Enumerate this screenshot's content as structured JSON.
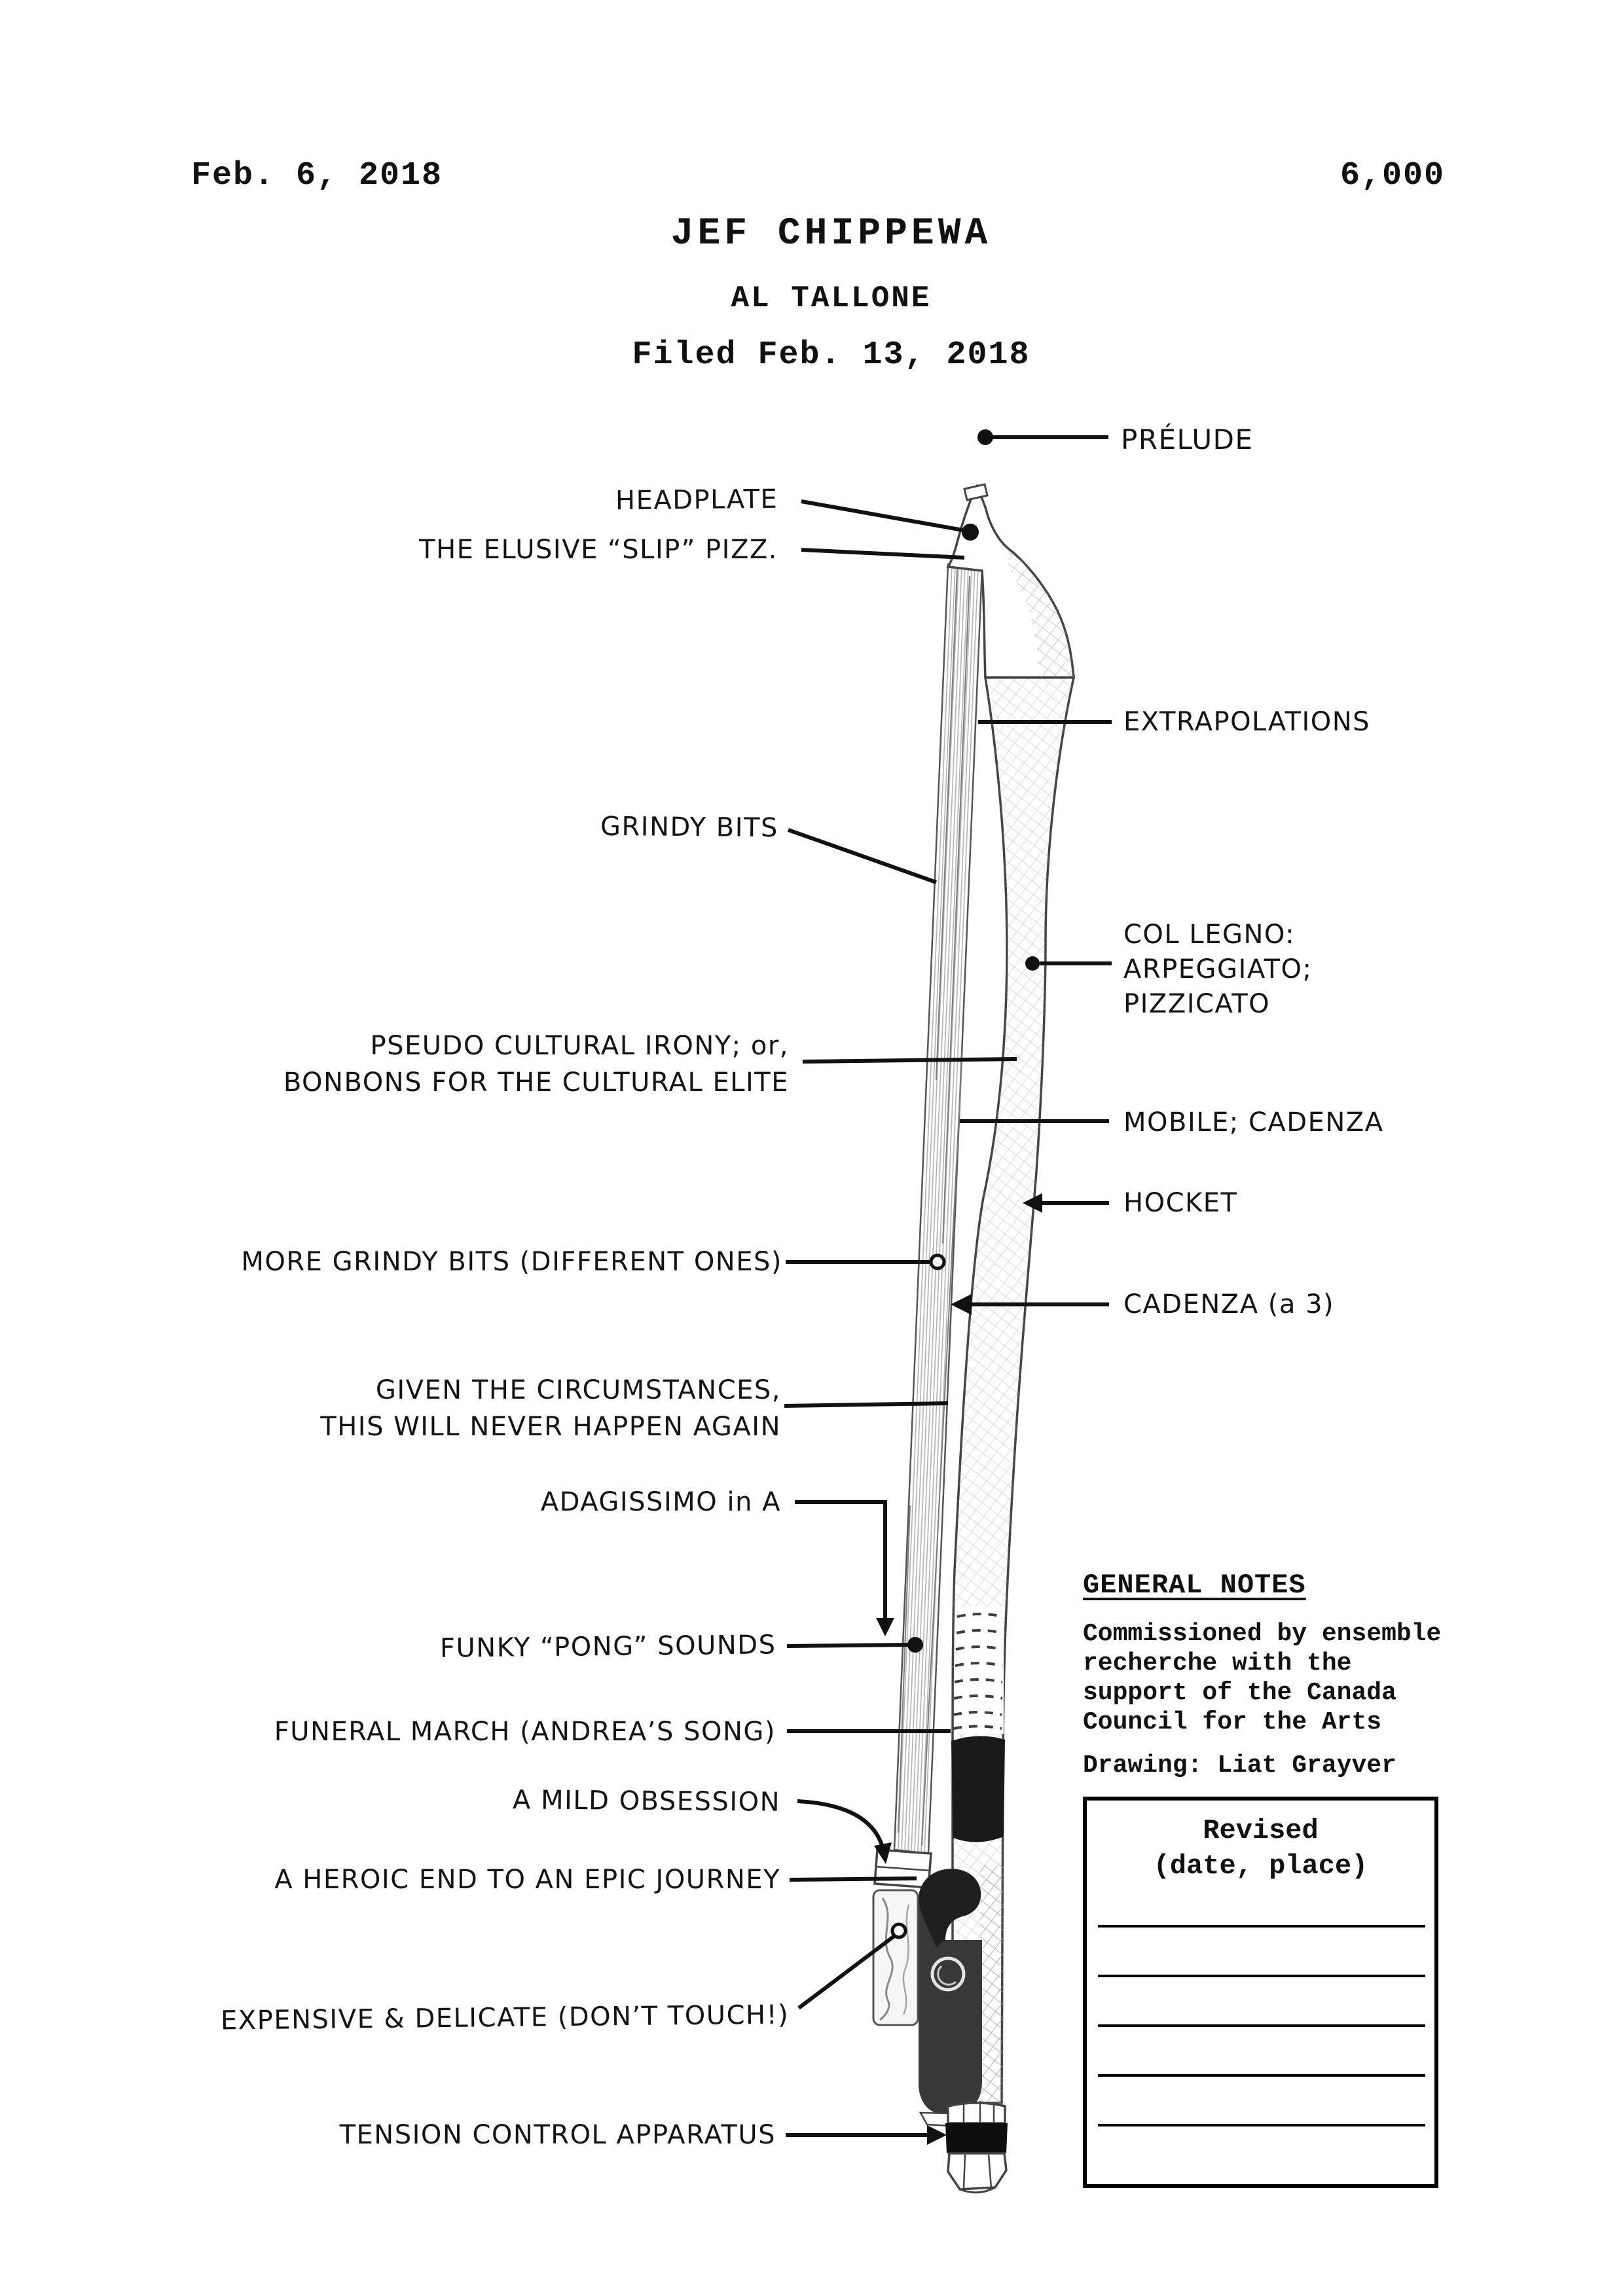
{
  "page": {
    "date_left": "Feb. 6, 2018",
    "sheet_number": "6,000",
    "title": "JEF CHIPPEWA",
    "subtitle": "AL TALLONE",
    "filed_line": "Filed Feb. 13, 2018"
  },
  "callouts": {
    "prelude": {
      "label": "PRÉLUDE"
    },
    "headplate": {
      "label": "HEADPLATE"
    },
    "slip_pizz": {
      "label": "THE ELUSIVE “SLIP” PIZZ."
    },
    "extrapolations": {
      "label": "EXTRAPOLATIONS"
    },
    "grindy_bits": {
      "label": "GRINDY BITS"
    },
    "col_legno": {
      "line1": "COL LEGNO:",
      "line2": "ARPEGGIATO;",
      "line3": "PIZZICATO"
    },
    "pseudo_cultural": {
      "line1": "PSEUDO CULTURAL IRONY; or,",
      "line2": "BONBONS FOR THE CULTURAL ELITE"
    },
    "mobile_cadenza": {
      "label": "MOBILE; CADENZA"
    },
    "hocket": {
      "label": "HOCKET"
    },
    "more_grindy": {
      "label": "MORE GRINDY BITS (DIFFERENT ONES)"
    },
    "given_circumstances": {
      "line1": "GIVEN THE CIRCUMSTANCES,",
      "line2": "THIS WILL NEVER HAPPEN AGAIN"
    },
    "adagissimo": {
      "label": "ADAGISSIMO in A"
    },
    "cadenza_a3": {
      "label": "CADENZA (a 3)"
    },
    "funky_pong": {
      "label": "FUNKY “PONG” SOUNDS"
    },
    "funeral_march": {
      "label": "FUNERAL MARCH (ANDREA’S SONG)"
    },
    "mild_obsession": {
      "label": "A MILD OBSESSION"
    },
    "heroic_end": {
      "label": "A HEROIC END TO AN EPIC JOURNEY"
    },
    "expensive_delicate": {
      "label": "EXPENSIVE & DELICATE (DON’T TOUCH!)"
    },
    "tension_control": {
      "label": "TENSION CONTROL APPARATUS"
    }
  },
  "notes": {
    "heading": "GENERAL NOTES",
    "body_lines": [
      "Commissioned by ensemble",
      "recherche with the",
      "support of the Canada",
      "Council for the Arts"
    ],
    "drawing_credit": "Drawing: Liat Grayver"
  },
  "revised_box": {
    "title": "Revised",
    "subtitle": "(date, place)",
    "blank_line_count": 5
  },
  "colors": {
    "ink": "#111111",
    "paper": "#ffffff"
  }
}
